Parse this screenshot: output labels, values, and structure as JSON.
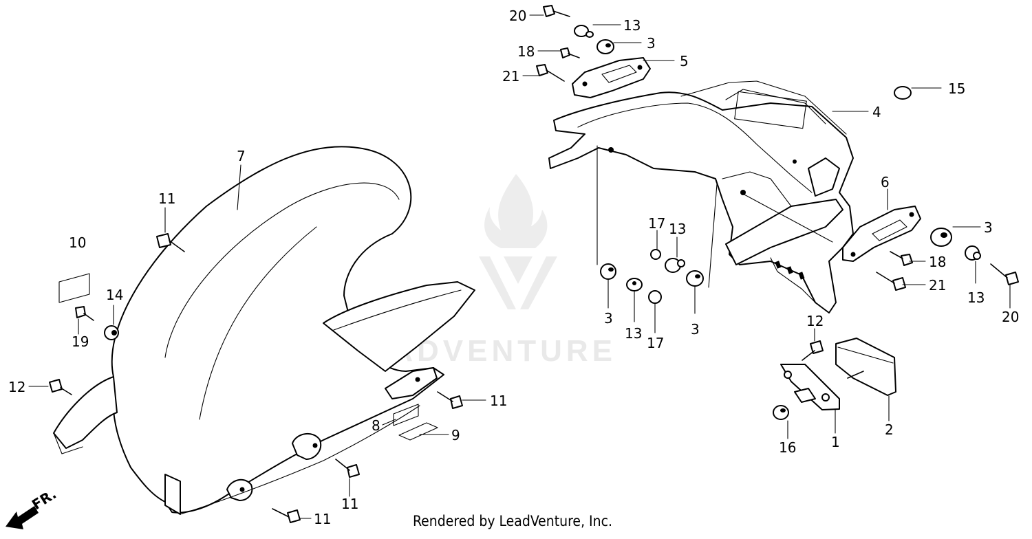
{
  "diagram": {
    "callouts": [
      {
        "id": "c20a",
        "label": "20"
      },
      {
        "id": "c13a",
        "label": "13"
      },
      {
        "id": "c3a",
        "label": "3"
      },
      {
        "id": "c18a",
        "label": "18"
      },
      {
        "id": "c5",
        "label": "5"
      },
      {
        "id": "c21a",
        "label": "21"
      },
      {
        "id": "c15",
        "label": "15"
      },
      {
        "id": "c4",
        "label": "4"
      },
      {
        "id": "c7",
        "label": "7"
      },
      {
        "id": "c11a",
        "label": "11"
      },
      {
        "id": "c10",
        "label": "10"
      },
      {
        "id": "c14",
        "label": "14"
      },
      {
        "id": "c19",
        "label": "19"
      },
      {
        "id": "c12a",
        "label": "12"
      },
      {
        "id": "c6",
        "label": "6"
      },
      {
        "id": "c17a",
        "label": "17"
      },
      {
        "id": "c13b",
        "label": "13"
      },
      {
        "id": "c3b",
        "label": "3"
      },
      {
        "id": "c18b",
        "label": "18"
      },
      {
        "id": "c21b",
        "label": "21"
      },
      {
        "id": "c13c",
        "label": "13"
      },
      {
        "id": "c20b",
        "label": "20"
      },
      {
        "id": "c3c",
        "label": "3"
      },
      {
        "id": "c13d",
        "label": "13"
      },
      {
        "id": "c17b",
        "label": "17"
      },
      {
        "id": "c3d",
        "label": "3"
      },
      {
        "id": "c12b",
        "label": "12"
      },
      {
        "id": "c11b",
        "label": "11"
      },
      {
        "id": "c8",
        "label": "8"
      },
      {
        "id": "c9",
        "label": "9"
      },
      {
        "id": "c2",
        "label": "2"
      },
      {
        "id": "c1",
        "label": "1"
      },
      {
        "id": "c16",
        "label": "16"
      },
      {
        "id": "c11c",
        "label": "11"
      },
      {
        "id": "c11d",
        "label": "11"
      }
    ],
    "direction_label": "FR.",
    "watermark": "LEADVENTURE",
    "credit": "Rendered by LeadVenture, Inc."
  }
}
